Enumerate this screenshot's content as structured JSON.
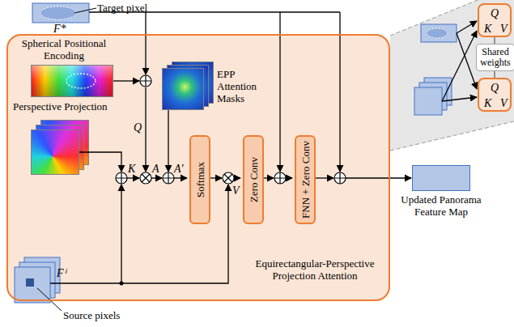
{
  "diagram": {
    "nodes": [
      {
        "text": [
          "Equirectangular-Perspective Projection Attention"
        ]
      },
      {
        "text": [
          "Softmax"
        ],
        "in": 0
      },
      {
        "text": [
          "Zero Conv"
        ],
        "in": 0
      },
      {
        "text": [
          "FNN + Zero Conv"
        ],
        "in": 0
      },
      {
        "text": [
          "Q",
          "K",
          "V"
        ]
      },
      {
        "text": [
          "Q",
          "K",
          "V"
        ]
      },
      {
        "text": [
          "Shared weights"
        ]
      },
      {
        "text": [
          "Updated Panorama Feature Map"
        ]
      }
    ],
    "edges": [
      {
        "from": 6,
        "to": 4,
        "arrow": "none"
      },
      {
        "from": 6,
        "to": 5,
        "arrow": "none"
      }
    ],
    "labels": [
      "Target pixel",
      "F*",
      "Spherical Positional Encoding",
      "Perspective Projection",
      "EPP Attention Masks",
      "Q",
      "K",
      "A",
      "A′",
      "V",
      "Fⁱ",
      "Source pixels"
    ]
  }
}
